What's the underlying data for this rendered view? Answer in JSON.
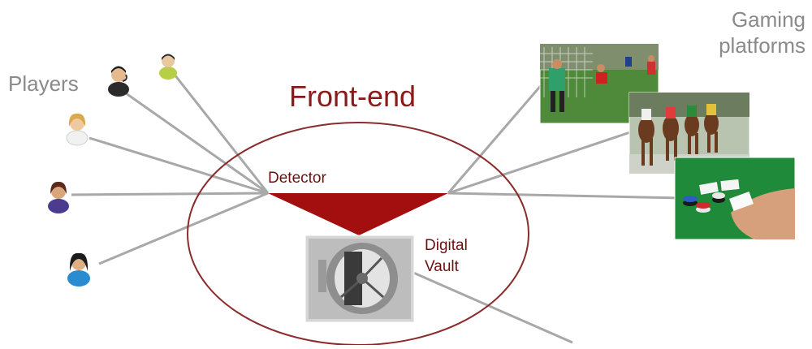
{
  "labels": {
    "players": "Players",
    "gaming_line1": "Gaming",
    "gaming_line2": "platforms",
    "front_end": "Front-end",
    "detector": "Detector",
    "vault_line1": "Digital",
    "vault_line2": "Vault"
  },
  "icons": {
    "players": [
      "player-headset-icon",
      "player-green-icon",
      "player-blonde-icon",
      "player-purple-icon",
      "player-blue-icon"
    ],
    "platforms": [
      "football-photo",
      "horse-racing-photo",
      "poker-photo"
    ],
    "vault": "vault-door-photo"
  },
  "colors": {
    "accent": "#8b1a1a",
    "connector": "#a8a8a8",
    "label_gray": "#8a8a8a"
  }
}
